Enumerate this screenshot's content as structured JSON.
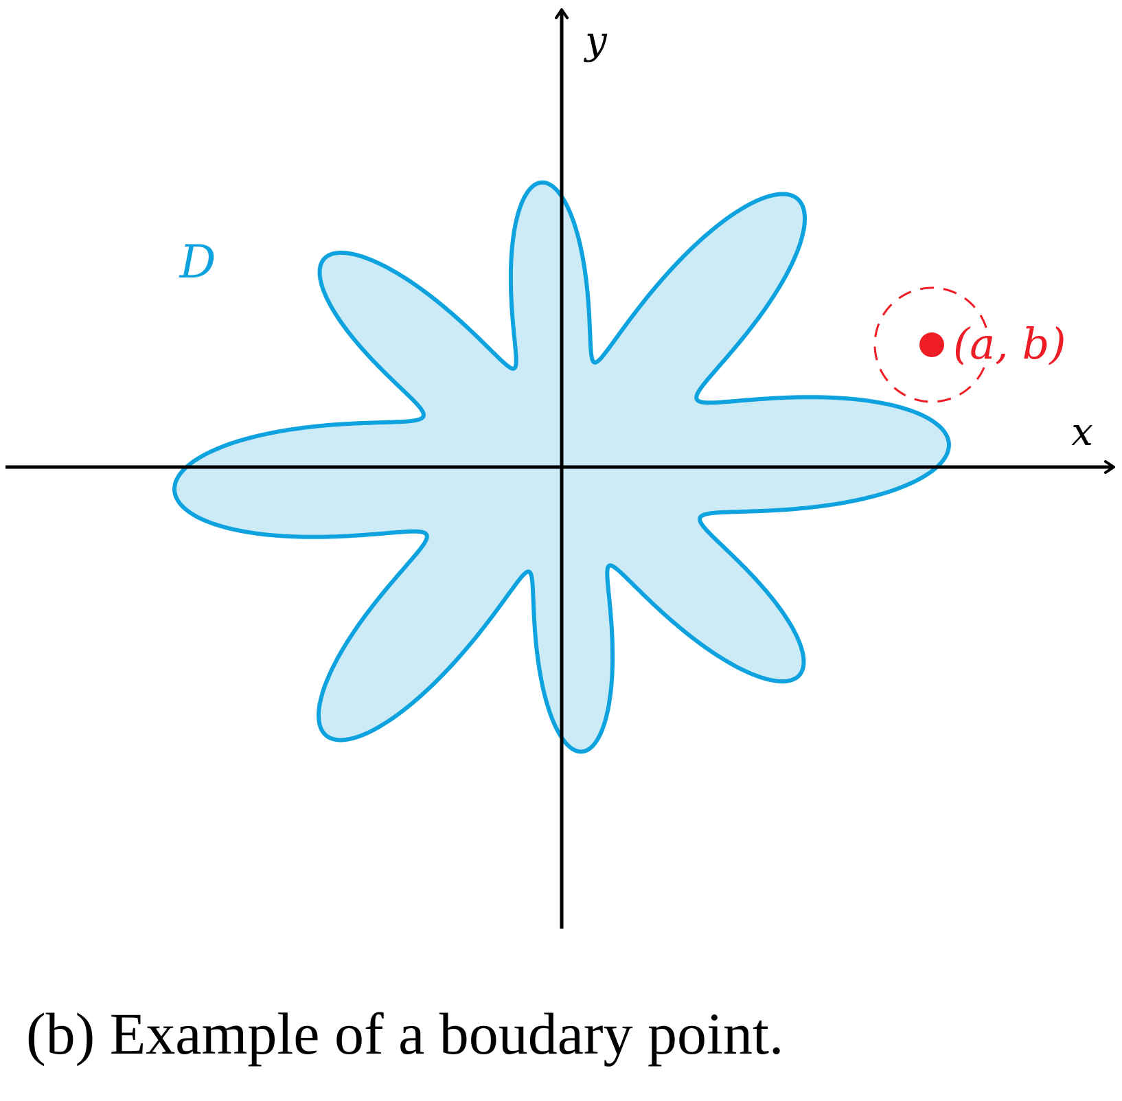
{
  "figure": {
    "axes": {
      "x_label": "x",
      "y_label": "y"
    },
    "region": {
      "label": "D",
      "fill_color": "#cdebf7",
      "stroke_color": "#0ea2de"
    },
    "boundary_point": {
      "label": "(a, b)",
      "color": "#ee1c25"
    }
  },
  "caption": "(b) Example of a boudary point."
}
